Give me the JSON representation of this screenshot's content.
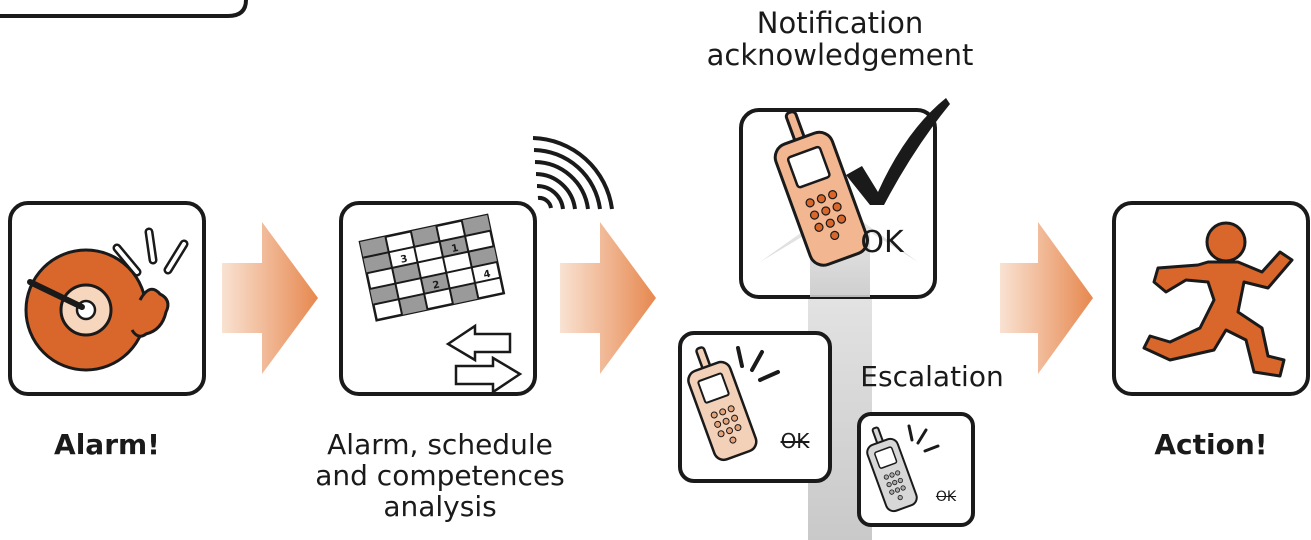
{
  "labels": {
    "alarm": "Alarm!",
    "analysis_line1": "Alarm, schedule",
    "analysis_line2": "and competences",
    "analysis_line3": "analysis",
    "notification_line1": "Notification",
    "notification_line2": "acknowledgement",
    "ok": "OK",
    "ok_struck_1": "OK",
    "ok_struck_2": "OK",
    "escalation": "Escalation",
    "action": "Action!"
  },
  "calendar_numbers": [
    "3",
    "1",
    "2",
    "4"
  ],
  "colors": {
    "accent_orange": "#d9662a",
    "arrow_light": "#f7d6be",
    "arrow_dark": "#e7884f",
    "phone_fill": "#f2b790",
    "phone_pale": "#f3d0b8",
    "phone_grey": "#d7d7d7",
    "escalation_arrow": "#d6d6d6",
    "stroke": "#1a1a1a"
  }
}
